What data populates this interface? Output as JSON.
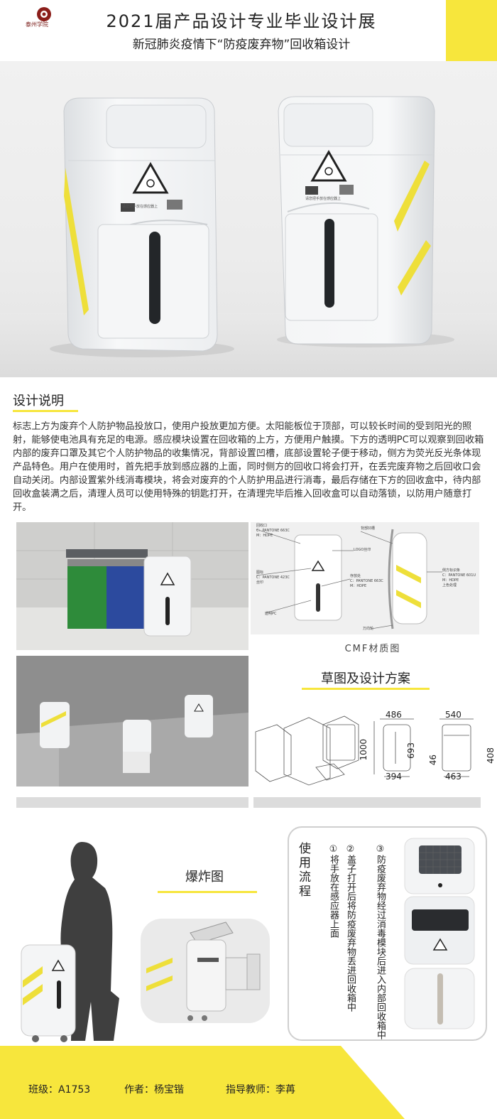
{
  "header": {
    "logo_text": "泰州学院",
    "title": "2021届产品设计专业毕业设计展",
    "subtitle": "新冠肺炎疫情下“防疫废弃物”回收箱设计"
  },
  "hero": {
    "panel_caption_left": "请您把手放在感应器上",
    "panel_caption_right": "请您把手放在感应器上"
  },
  "section": {
    "heading": "设计说明",
    "description": "标志上方为废弃个人防护物品投放口，使用户投放更加方便。太阳能板位于顶部，可以较长时间的受到阳光的照射，能够使电池具有充足的电源。感应模块设置在回收箱的上方，方便用户触摸。下方的透明PC可以观察到回收箱内部的废弃口罩及其它个人防护物品的收集情况，背部设置凹槽，底部设置轮子便于移动，侧方为荧光反光条体现产品特色。用户在使用时，首先把手放到感应器的上面，同时侧方的回收口将会打开，在丢完废弃物之后回收口会自动关闭。内部设置紫外线消毒模块，将会对废弃的个人防护用品进行消毒，最后存储在下方的回收盒中，待内部回收盒装满之后，清理人员可以使用特殊的钥匙打开，在清理完毕后推入回收盒可以自动落锁，以防用户随意打开。"
  },
  "cmf": {
    "caption": "CMF材质图",
    "callouts": [
      "回收口",
      "C：PANTONE 663C",
      "M：HDPE",
      "背部凹槽",
      "LOGO丝印",
      "图标",
      "C：PANTONE 423C",
      "丝印",
      "存放处",
      "C：PANTONE 663C",
      "M：HDPE",
      "透明PC",
      "侧方标识条",
      "C：PANTONE 601U",
      "M：HDPE",
      "上色处理",
      "万向轮"
    ]
  },
  "sketch": {
    "title": "草图及设计方案",
    "dims": [
      "486",
      "540",
      "1000",
      "693",
      "46",
      "408",
      "394",
      "463"
    ]
  },
  "explode": {
    "title": "爆炸图"
  },
  "usage": {
    "title": "使用流程",
    "step1": "①将手放在感应器上面",
    "step2": "②盖子打开后将防疫废弃物丢进回收箱中",
    "step3": "③防疫废弃物经过消毒模块后进入内部回收箱中"
  },
  "footer": {
    "class_label": "班级：A1753",
    "author_label": "作者：杨宝锴",
    "advisor_label": "指导教师：李苒"
  },
  "colors": {
    "accent": "#f7e63c",
    "gray_bar": "#dcdcdc"
  }
}
